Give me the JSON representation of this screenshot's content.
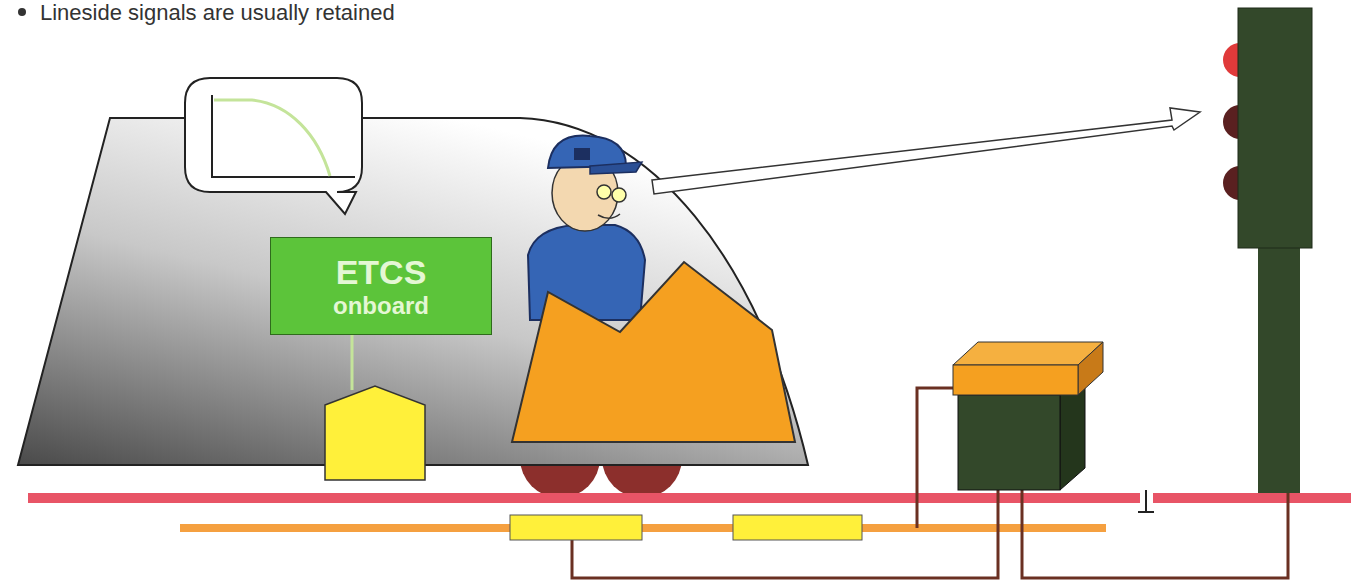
{
  "diagram": {
    "nodes": [
      {
        "text": [
          "ETCS",
          "onboard"
        ]
      }
    ],
    "labels": [
      "Lineside signals are usually retained"
    ]
  }
}
